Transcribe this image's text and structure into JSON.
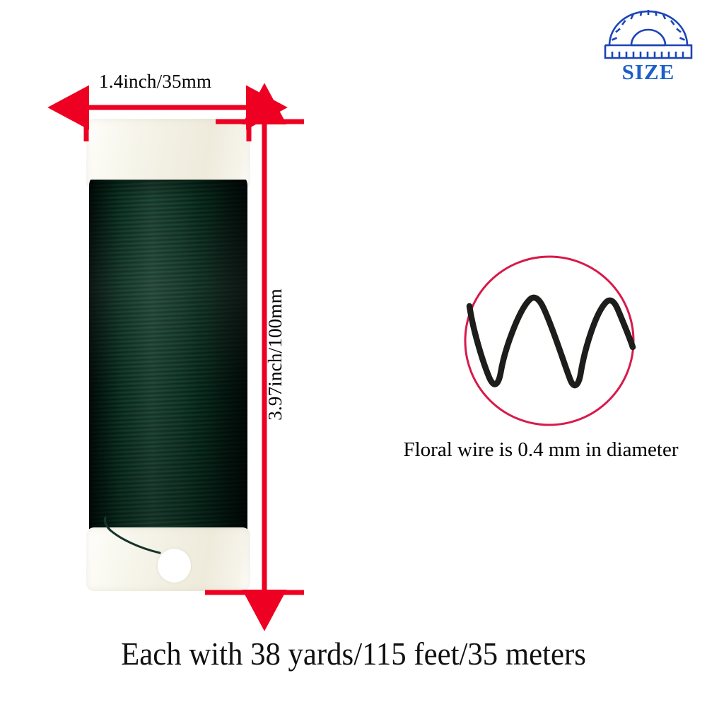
{
  "page": {
    "background": "#ffffff",
    "type": "product-size-infographic"
  },
  "logo": {
    "icon_name": "protractor-ruler-icon",
    "word": "SIZE",
    "color": "#1b5fc9"
  },
  "dimensions": {
    "accent_color": "#ee0022",
    "width_label": "1.4inch/35mm",
    "height_label": "3.97inch/100mm"
  },
  "product": {
    "name": "floral-wire-spool",
    "flange_color": "#f3f1e4",
    "wire_color": "#1e4038"
  },
  "detail": {
    "circle_color": "#d81a4a",
    "wire_color": "#1d1d1b",
    "caption": "Floral wire is 0.4 mm in diameter"
  },
  "footer": {
    "caption": "Each with 38 yards/115 feet/35 meters"
  }
}
